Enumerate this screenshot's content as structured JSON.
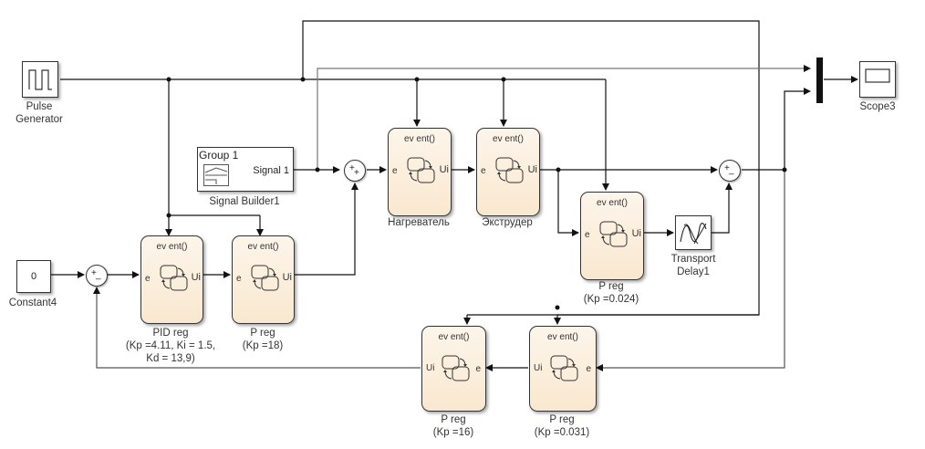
{
  "blocks": {
    "pulse_generator": {
      "label_line1": "Pulse",
      "label_line2": "Generator",
      "icon": "pulse-wave-icon"
    },
    "signal_builder": {
      "group": "Group 1",
      "port": "Signal 1",
      "label": "Signal Builder1",
      "icon": "signal-builder-icon"
    },
    "constant": {
      "value": "0",
      "label": "Constant4"
    },
    "heater": {
      "event": "ev ent()",
      "in": "e",
      "out": "Ui",
      "label": "Нагреватель"
    },
    "extruder": {
      "event": "ev ent()",
      "in": "e",
      "out": "Ui",
      "label": "Экструдер"
    },
    "pid_reg": {
      "event": "ev ent()",
      "in": "e",
      "out": "Ui",
      "label_line1": "PID reg",
      "label_line2": "(Kp =4.11, Ki = 1.5,",
      "label_line3": "Kd = 13,9)"
    },
    "p_reg_18": {
      "event": "ev ent()",
      "in": "e",
      "out": "Ui",
      "label_line1": "P reg",
      "label_line2": "(Kp =18)"
    },
    "p_reg_0024": {
      "event": "ev ent()",
      "in": "e",
      "out": "Ui",
      "label_line1": "P reg",
      "label_line2": "(Kp =0.024)"
    },
    "p_reg_16": {
      "event": "ev ent()",
      "in": "e",
      "out": "Ui",
      "label_line1": "P reg",
      "label_line2": "(Kp =16)"
    },
    "p_reg_0031": {
      "event": "ev ent()",
      "in": "e",
      "out": "Ui",
      "label_line1": "P reg",
      "label_line2": "(Kp =0.031)"
    },
    "transport_delay": {
      "label_line1": "Transport",
      "label_line2": "Delay1",
      "icon": "transport-delay-icon"
    },
    "scope": {
      "label": "Scope3",
      "icon": "scope-screen-icon"
    },
    "mux": {
      "label": ""
    }
  },
  "sums": {
    "sum_input": {
      "signs": [
        "+",
        "+"
      ]
    },
    "sum_left": {
      "signs": [
        "+",
        "_"
      ]
    },
    "sum_right": {
      "signs": [
        "+",
        "_"
      ]
    }
  },
  "colors": {
    "chart_fill_top": "#fdf5ea",
    "chart_fill_bottom": "#f9e8cf",
    "line": "#111111"
  }
}
